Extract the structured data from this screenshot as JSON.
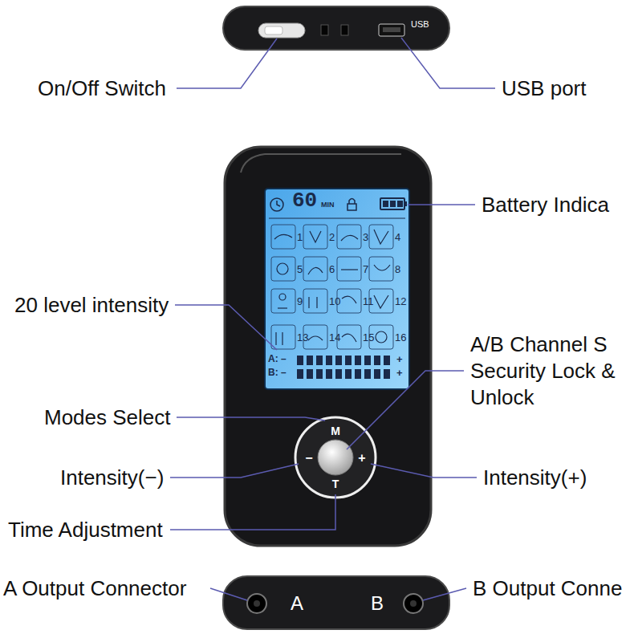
{
  "diagram": {
    "nodes": [
      {
        "text": [
          "USB"
        ]
      },
      {
        "text": [
          "60",
          "MIN",
          "1",
          "2",
          "3",
          "4",
          "5",
          "6",
          "7",
          "8",
          "9",
          "10",
          "11",
          "12",
          "13",
          "14",
          "15",
          "16",
          "A: –",
          "+",
          "B: –",
          "+"
        ]
      },
      {
        "text": [
          "M",
          "−",
          "+",
          "T"
        ]
      },
      {
        "text": [
          "A",
          "B"
        ]
      }
    ],
    "labels": [
      "On/Off Switch",
      "USB port",
      "Battery Indica",
      "20 level intensity",
      "A/B Channel S Security Lock & Unlock",
      "Modes Select",
      "Intensity(−)",
      "Intensity(+)",
      "Time Adjustment",
      "A Output Connector",
      "B Output Conne"
    ]
  }
}
